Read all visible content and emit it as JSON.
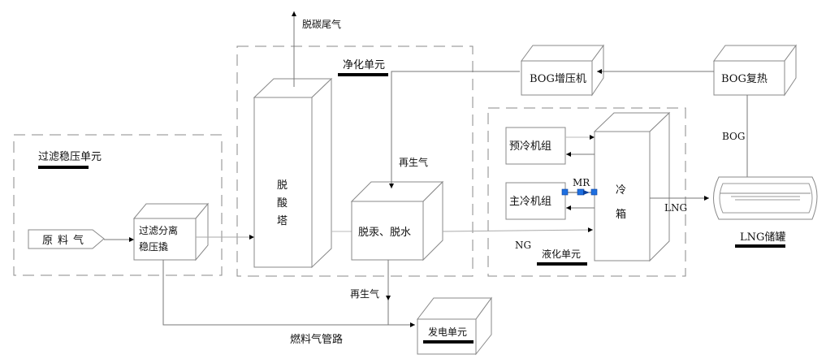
{
  "diagram": {
    "units": {
      "filter_unit": "过滤稳压单元",
      "purify_unit": "净化单元",
      "liquefy_unit": "液化单元",
      "power_unit": "发电单元",
      "lng_tank": "LNG储罐"
    },
    "nodes": {
      "feed_gas": "原料气",
      "filter_skid_line1": "过滤分离",
      "filter_skid_line2": "稳压撬",
      "deacid_tower": [
        "脱",
        "酸",
        "塔"
      ],
      "dehg_dewater": "脱汞、脱水",
      "bog_compressor": "BOG增压机",
      "bog_reheat": "BOG复热",
      "precool_unit": "预冷机组",
      "main_cool_unit": "主冷机组",
      "cold_box": [
        "冷",
        "箱"
      ]
    },
    "streams": {
      "decarb_tail_gas": "脱碳尾气",
      "regen_gas_top": "再生气",
      "regen_gas_bottom": "再生气",
      "mr": "MR",
      "lng": "LNG",
      "ng": "NG",
      "bog": "BOG",
      "fuel_gas_pipeline": "燃料气管路"
    },
    "colors": {
      "line": "#777777",
      "text": "#111111",
      "mr_valve": "#1e6fe0"
    }
  }
}
